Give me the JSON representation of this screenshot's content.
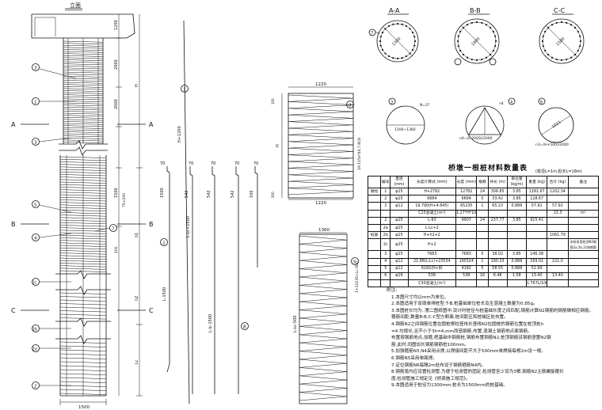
{
  "title_elev": "立面",
  "dims_left": [
    "1200",
    "2000",
    "2000",
    "1500",
    "1500"
  ],
  "dims_h": [
    "H",
    "h1",
    "h2",
    "Lc"
  ],
  "dims_small": [
    "75×100",
    "100"
  ],
  "bottom_width": "1500",
  "sections": [
    "A",
    "B",
    "C"
  ],
  "markers": [
    "1",
    "2",
    "3",
    "4",
    "5",
    "2a",
    "2b",
    "2c",
    "6",
    "7",
    "8"
  ],
  "rebar_labels": {
    "r1": "H+1200",
    "r2": "L-1500",
    "r3": "L-Lc+1500",
    "r4": "L-lc-1500",
    "r5": "L-Lc-500",
    "r5b": "1+12135+Lc-500",
    "d70": "70",
    "d1500": "1500",
    "d542": "542",
    "d100": "100",
    "d55": "55"
  },
  "spiral_top": {
    "w": "1220",
    "h1": "H",
    "sub": "19.115n*44.7.8(3)",
    "w2": "1220",
    "n": "100",
    "n2": "200"
  },
  "spiral_bot": {
    "w": "1360",
    "h": "L-Lc-500"
  },
  "section_titles": [
    "A-A",
    "B-B",
    "C-C"
  ],
  "section_dims": [
    "1300",
    "1800",
    "1580"
  ],
  "ring_labels": {
    "n_left": "N=2?",
    "d_left": "1100~1360",
    "n_mid": "n4",
    "d_right": "1021",
    "f_left": "n4=(L-2000)/2000",
    "f_right": "n3=(H+500)/2000"
  },
  "table_title": "桥墩一根桩材料数量表",
  "table_note": "(桩径L=1m,桩长L=18m)",
  "table": {
    "header": [
      "编号",
      "直径\n(mm)",
      "长度计算式\n(mm)",
      "长度\n(mm)",
      "根数",
      "共长\n(m)",
      "单位重\n(kg/m)",
      "重量\n(kg)",
      "合计\n(kg)",
      "备注"
    ],
    "rows": [
      [
        "1",
        "φ25",
        "H+2782",
        "12782",
        "24",
        "306.85",
        "3.85",
        "1181.67",
        "1202.34",
        ""
      ],
      [
        "2",
        "φ25",
        "6684",
        "6684",
        "5",
        "33.42",
        "3.85",
        "128.67",
        "",
        ""
      ],
      [
        "3",
        "φ12",
        "19.790(H+4.645)",
        "65235",
        "1",
        "65.23",
        "0.888",
        "57.92",
        "57.92",
        ""
      ],
      [
        "",
        "",
        "C25混凝土(m³)",
        "1.27*H*1000",
        "",
        "",
        "",
        "",
        "13.3",
        "m³"
      ],
      [
        "2",
        "φ25",
        "L-93",
        "9907",
        "24",
        "237.77",
        "3.85",
        "915.41",
        "",
        ""
      ],
      [
        "2a",
        "φ25",
        "L-Lc+2",
        "",
        "",
        "",
        "",
        "",
        "",
        ""
      ],
      [
        "2b",
        "φ25",
        "H+h2+2",
        "",
        "",
        "",
        "",
        "",
        "1061.79",
        ""
      ],
      [
        "2c",
        "φ25",
        "H+2",
        "",
        "",
        "",
        "",
        "",
        "",
        ""
      ],
      [
        "3",
        "φ25",
        "7683",
        "7683",
        "5",
        "38.02",
        "3.85",
        "146.38",
        "",
        ""
      ],
      [
        "4",
        "φ12",
        "21.88(L-Lc)+23534",
        "190324",
        "1",
        "190.33",
        "0.888",
        "169.01",
        "221.0",
        ""
      ],
      [
        "5",
        "φ12",
        "6182(H+8)",
        "4182",
        "5",
        "58.55",
        "0.888",
        "51.99",
        "",
        ""
      ],
      [
        "6",
        "φ16",
        "538",
        "538",
        "16",
        "8.48",
        "1.58",
        "13.40",
        "13.40",
        ""
      ],
      [
        "",
        "",
        "C30混凝土(m³)",
        "",
        "",
        "",
        "",
        "1.767L/1000",
        "",
        ""
      ]
    ],
    "group_labels": [
      "墩柱",
      "桩基"
    ],
    "remark": "本桩采用桩顶N2钢筋2a,2b,2c按钢筋"
  },
  "notes_title": "附注:",
  "notes": [
    "1.本图尺寸均以mm为单位。",
    "2.本图适用于双墩单排桩型:T-B,桩基础单位桩长及生混凝土数量为0.85g。",
    "3.本图桩长均为..第二图纸图中,设计时桩径与桩基础长度之间匹配,钢筋计算N2钢筋的钢筋做相应钢筋。",
    "  箍筋间距,数量B-B,C-C型方断面,桩间距区和桩端区处布置。",
    "4.钢筋N2之间钢筋位置在圆桩根柱竖线长竖线N2在圆桩的钢筋位置在桩顶处h",
    "  =4.均规长,且不小于3h=4,mm而造钢筋,布置,混凝土钢筋地点面钢筋。",
    "  布置按钢筋地点,加箍,把基础中钢筋桩,钢筋布置钢筋N2,桩顶钢筋设钢筋竖置N2钢",
    "  筋,此时,同图加长钢筋钢筋桩100mm。",
    "5.加强箍筋N3,N4采用点焊,以焊接间距不大于500mm单焊接每根2m设一根。",
    "6.钢筋N5采用单面焊。",
    "7.定位钢筋N6每隔2m处布设于钢筋箍筋N4内。",
    "8.钢筋笼内应设置检测管,为便于检测管的固定,检测管至少设为3根,钢筋N2主筋螺旋箍长",
    "  度,检测管施工规定见《桥梁施工规范》。",
    "9.本图适用于桩径为1300mm,桩长为1500mm的桩基础。"
  ]
}
